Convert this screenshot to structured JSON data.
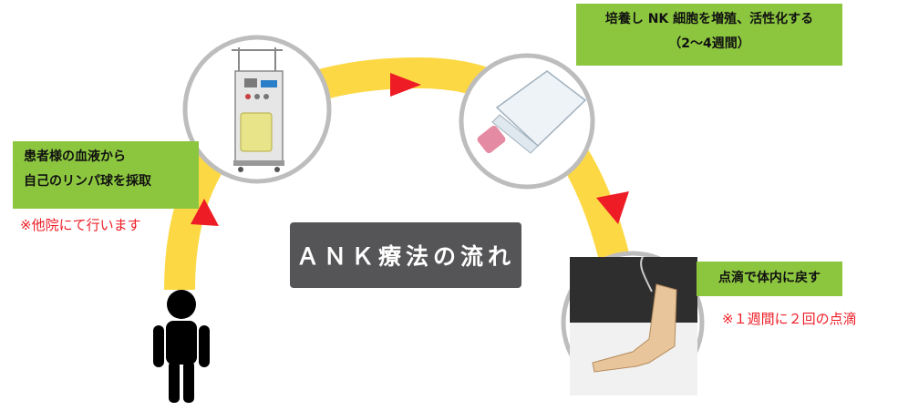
{
  "title": "ＡＮＫ療法の流れ",
  "steps": [
    {
      "lines": [
        "患者様の血液から",
        "自己のリンパ球を採取"
      ],
      "note": "※他院にて行います"
    },
    {
      "lines": [
        "培養し NK 細胞を増殖、活性化する",
        "（2～4週間）"
      ],
      "note": ""
    },
    {
      "lines": [
        "点滴で体内に戻す"
      ],
      "note": "※１週間に２回の点滴"
    }
  ],
  "icons": {
    "person": "person-silhouette-icon",
    "machine": "apheresis-machine-icon",
    "flask": "culture-flask-icon",
    "infusion": "iv-infusion-arm-icon",
    "arrow": "play-triangle-icon"
  },
  "colors": {
    "arc": "#fdd845",
    "arrow": "#ee1c25",
    "callout": "#8cc63f",
    "note": "#ee1c25",
    "title_bg": "#555557",
    "title_text": "#ffffff"
  }
}
